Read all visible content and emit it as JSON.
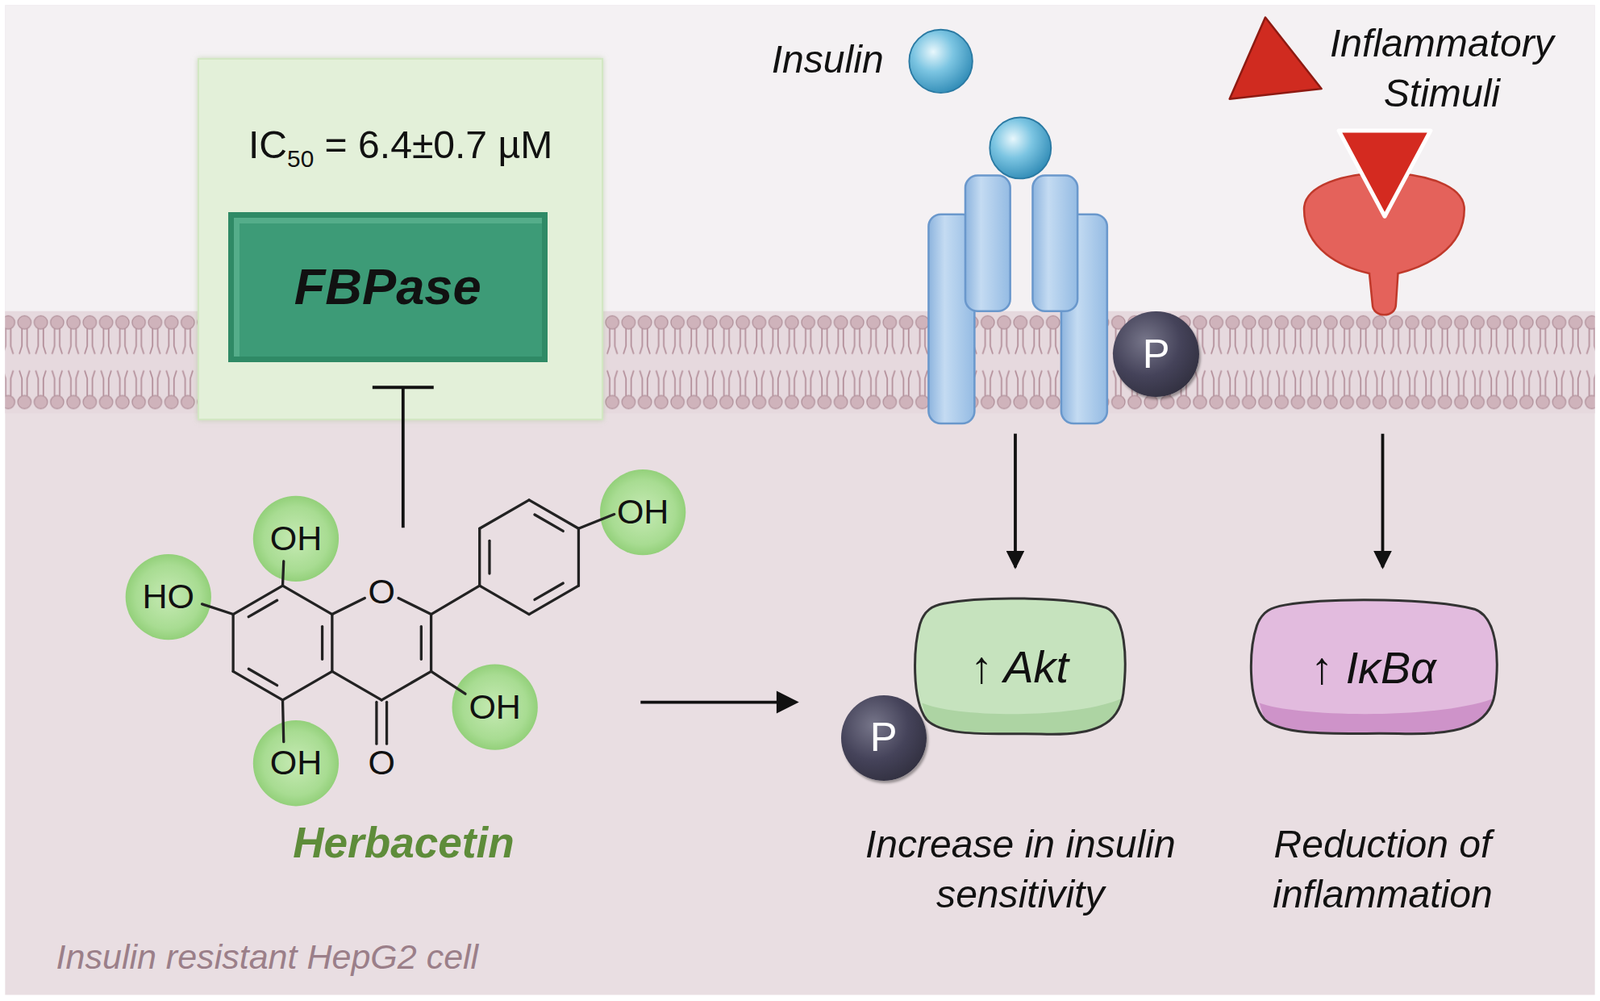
{
  "diagram": {
    "nodes": [
      {
        "text": [
          "IC50 = 6.4±0.7 µM"
        ]
      },
      {
        "text": [
          "FBPase"
        ],
        "in": 0
      },
      {
        "text": [
          "P"
        ]
      },
      {
        "text": [
          "↑ Akt"
        ]
      },
      {
        "text": [
          "P"
        ]
      },
      {
        "text": [
          "↑ IκBα"
        ]
      },
      {
        "text": [
          "Herbacetin"
        ]
      }
    ],
    "edges": [
      {
        "from": 6,
        "to": 1,
        "arrow": "to"
      },
      {
        "from": 6,
        "to": 3,
        "arrow": "to"
      }
    ],
    "labels": [
      "Insulin",
      "Inflammatory Stimuli",
      "OH",
      "HO",
      "OH",
      "OH",
      "OH",
      "O",
      "O",
      "Increase in insulin sensitivity",
      "Reduction of inflammation",
      "Insulin resistant HepG2 cell"
    ]
  }
}
